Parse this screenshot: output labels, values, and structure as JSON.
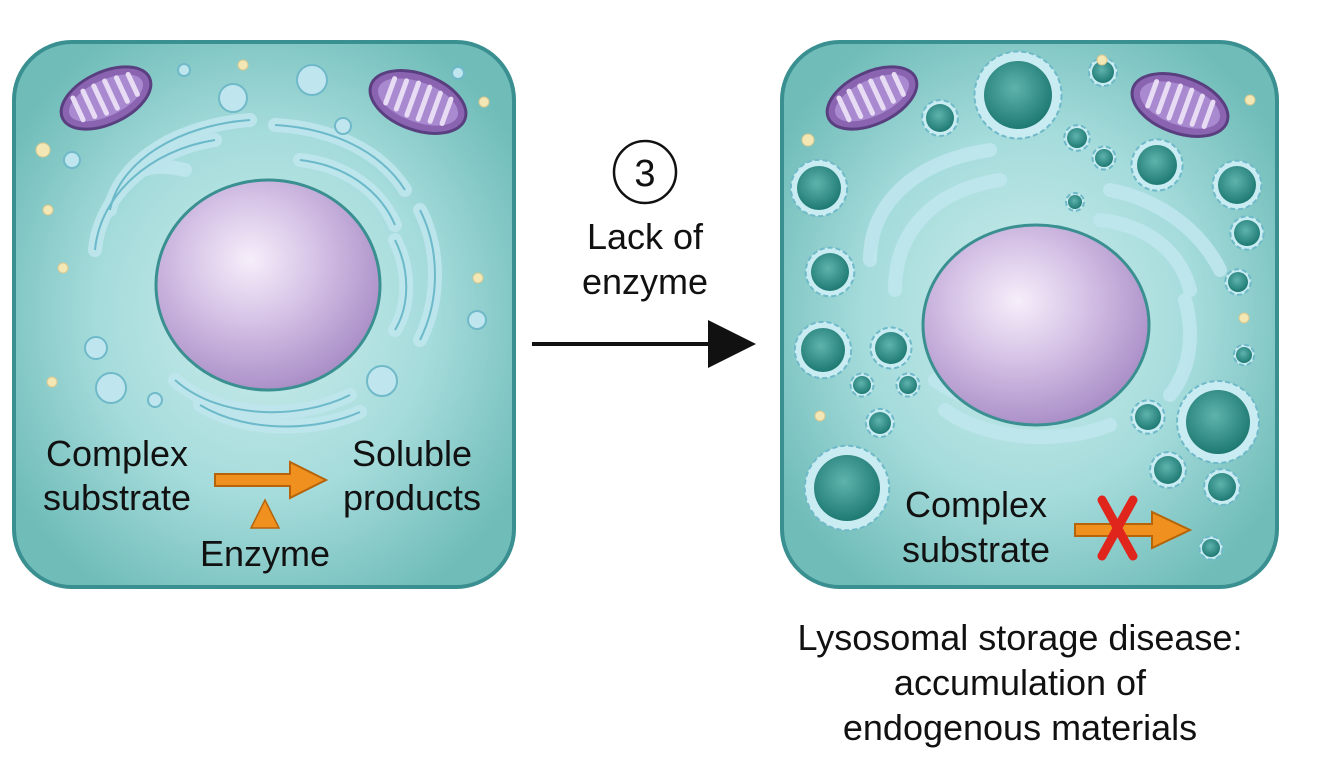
{
  "left_cell": {
    "substrate_label": [
      "Complex",
      "substrate"
    ],
    "product_label": [
      "Soluble",
      "products"
    ],
    "enzyme_label": "Enzyme"
  },
  "transition": {
    "step_number": "3",
    "label": [
      "Lack of",
      "enzyme"
    ]
  },
  "right_cell": {
    "substrate_label": [
      "Complex",
      "substrate"
    ]
  },
  "caption": [
    "Lysosomal storage disease:",
    "accumulation of",
    "endogenous materials"
  ],
  "colors": {
    "cytoplasm": "#7ec8c6",
    "cell_border": "#3a8f90",
    "nucleus": "#c7b2dc",
    "mitochondrion": "#8a64b0",
    "er": "#bfe6ee",
    "lysosome_dark": "#2f8c87",
    "arrow_orange": "#f0901e",
    "block_red": "#e0261c"
  }
}
